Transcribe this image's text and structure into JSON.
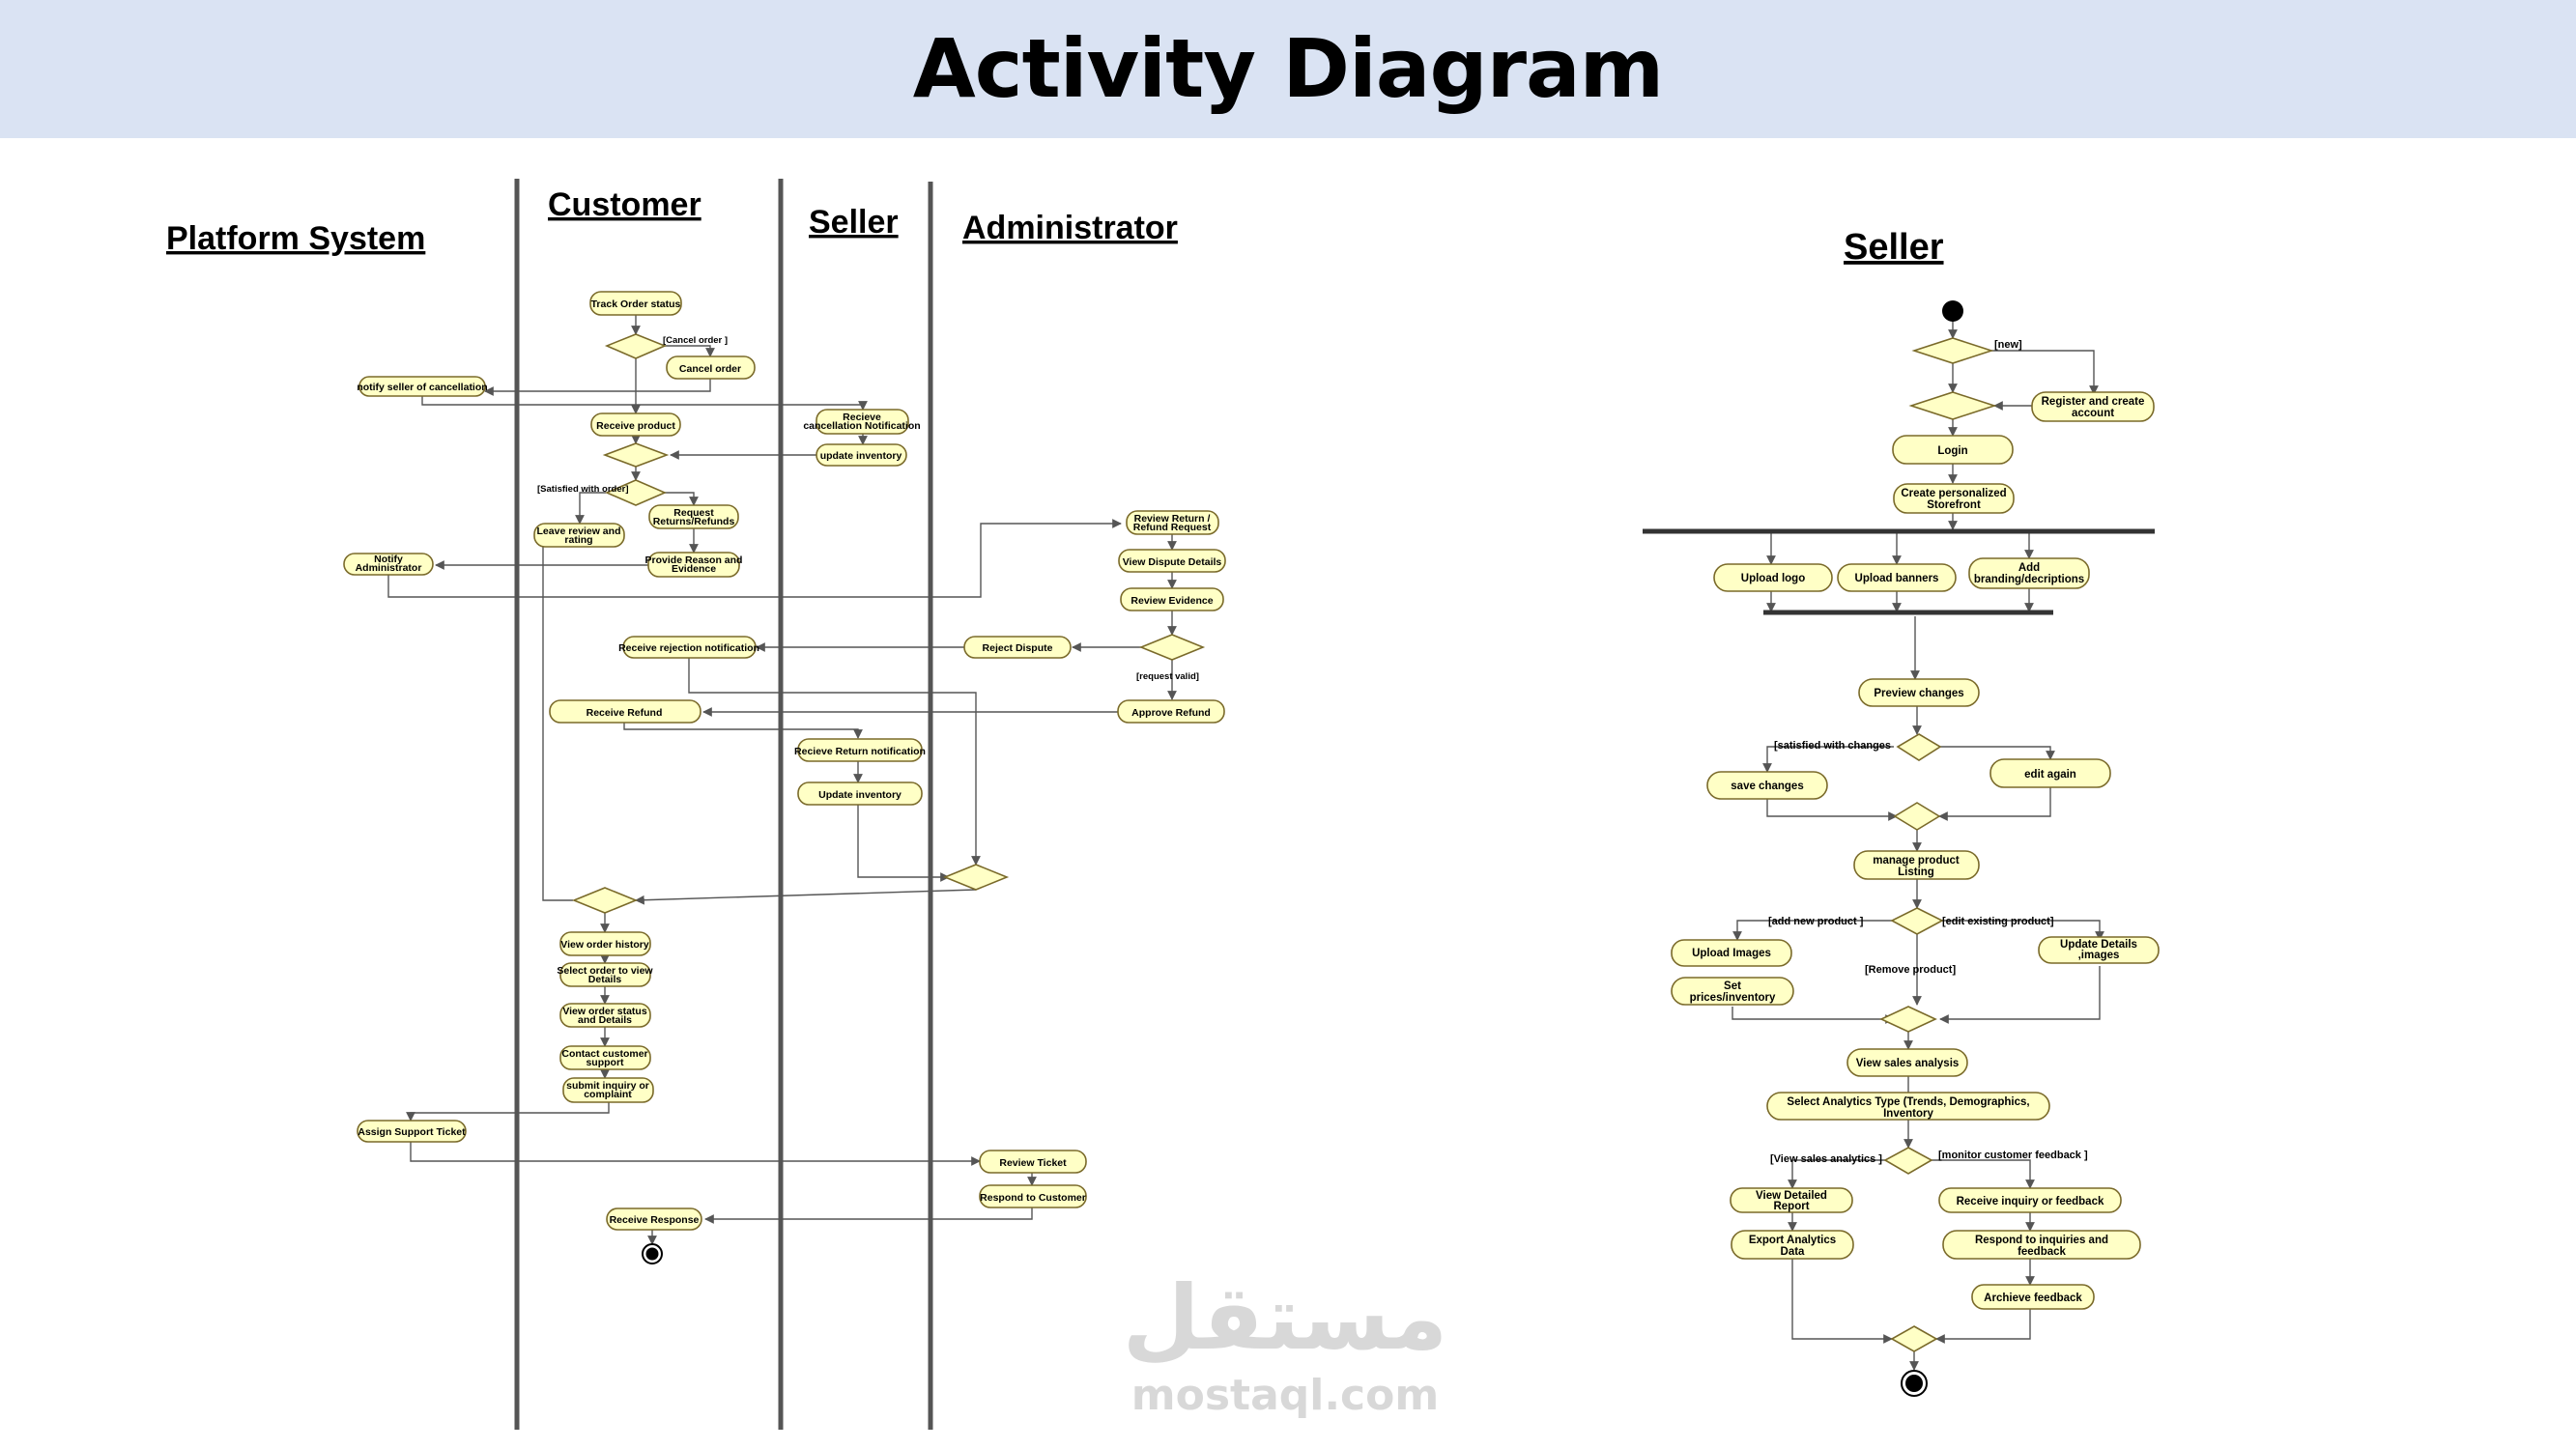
{
  "title": "Activity Diagram",
  "watermark": {
    "arabic": "مستقل",
    "latin": "mostaql.com"
  },
  "left_diagram": {
    "lanes": [
      "Platform System",
      "Customer",
      "Seller",
      "Administrator"
    ],
    "activities": [
      "Track Order status",
      "Cancel order",
      "notify seller of cancellation",
      "Recieve cancellation Notification",
      "update inventory",
      "Receive product",
      "Leave review and rating",
      "Request Returns/Refunds",
      "Provide Reason and Evidence",
      "Notify Administrator",
      "Review Return / Refund Request",
      "View Dispute Details",
      "Review Evidence",
      "Reject Dispute",
      "Receive rejection notification",
      "Approve Refund",
      "Receive Refund",
      "Recieve Return notification",
      "Update inventory",
      "View order history",
      "Select order to view Details",
      "View order status and Details",
      "Contact customer support",
      "submit inquiry or complaint",
      "Assign Support Ticket",
      "Review Ticket",
      "Respond to Customer",
      "Receive Response"
    ],
    "guards": [
      "[Cancel order ]",
      "[Satisfied with order]",
      "[request valid]"
    ]
  },
  "right_diagram": {
    "lane": "Seller",
    "activities": [
      "Register and create account",
      "Login",
      "Create personalized Storefront",
      "Upload logo",
      "Upload banners",
      "Add branding/decriptions",
      "Preview changes",
      "save changes",
      "edit again",
      "manage product Listing",
      "Upload Images",
      "Set prices/inventory",
      "Update Details ,images",
      "View sales analysis",
      "Select Analytics Type (Trends, Demographics, Inventory",
      "View Detailed Report",
      "Export Analytics Data",
      "Receive inquiry or feedback",
      "Respond to inquiries and feedback",
      "Archieve feedback"
    ],
    "guards": [
      "[new]",
      "[satisfied with changes",
      "[add new product ]",
      "[edit existing product]",
      "[Remove  product]",
      "[View sales analytics ]",
      "[monitor customer feedback ]"
    ]
  }
}
